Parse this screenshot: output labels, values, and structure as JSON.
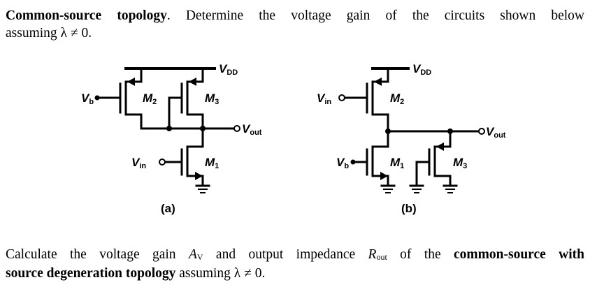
{
  "problem1": {
    "title": "Common-source topology",
    "text_a": ". Determine the voltage gain of the circuits shown below",
    "text_b": "assuming λ ≠ 0."
  },
  "circuit_a": {
    "vdd": "V",
    "vdd_sub": "DD",
    "vb": "V",
    "vb_sub": "b",
    "vin": "V",
    "vin_sub": "in",
    "vout": "V",
    "vout_sub": "out",
    "m1": "M",
    "m1_sub": "1",
    "m2": "M",
    "m2_sub": "2",
    "m3": "M",
    "m3_sub": "3",
    "caption": "(a)"
  },
  "circuit_b": {
    "vdd": "V",
    "vdd_sub": "DD",
    "vb": "V",
    "vb_sub": "b",
    "vin": "V",
    "vin_sub": "in",
    "vout": "V",
    "vout_sub": "out",
    "m1": "M",
    "m1_sub": "1",
    "m2": "M",
    "m2_sub": "2",
    "m3": "M",
    "m3_sub": "3",
    "caption": "(b)"
  },
  "problem2": {
    "text_a": "Calculate the voltage gain ",
    "av": "A",
    "av_sub": "V",
    "text_b": " and output impedance ",
    "rout": "R",
    "rout_sub": "out",
    "text_c": " of the ",
    "bold_a": "common-source with",
    "bold_b": "source degeneration topology",
    "text_d": " assuming λ ≠ 0."
  }
}
